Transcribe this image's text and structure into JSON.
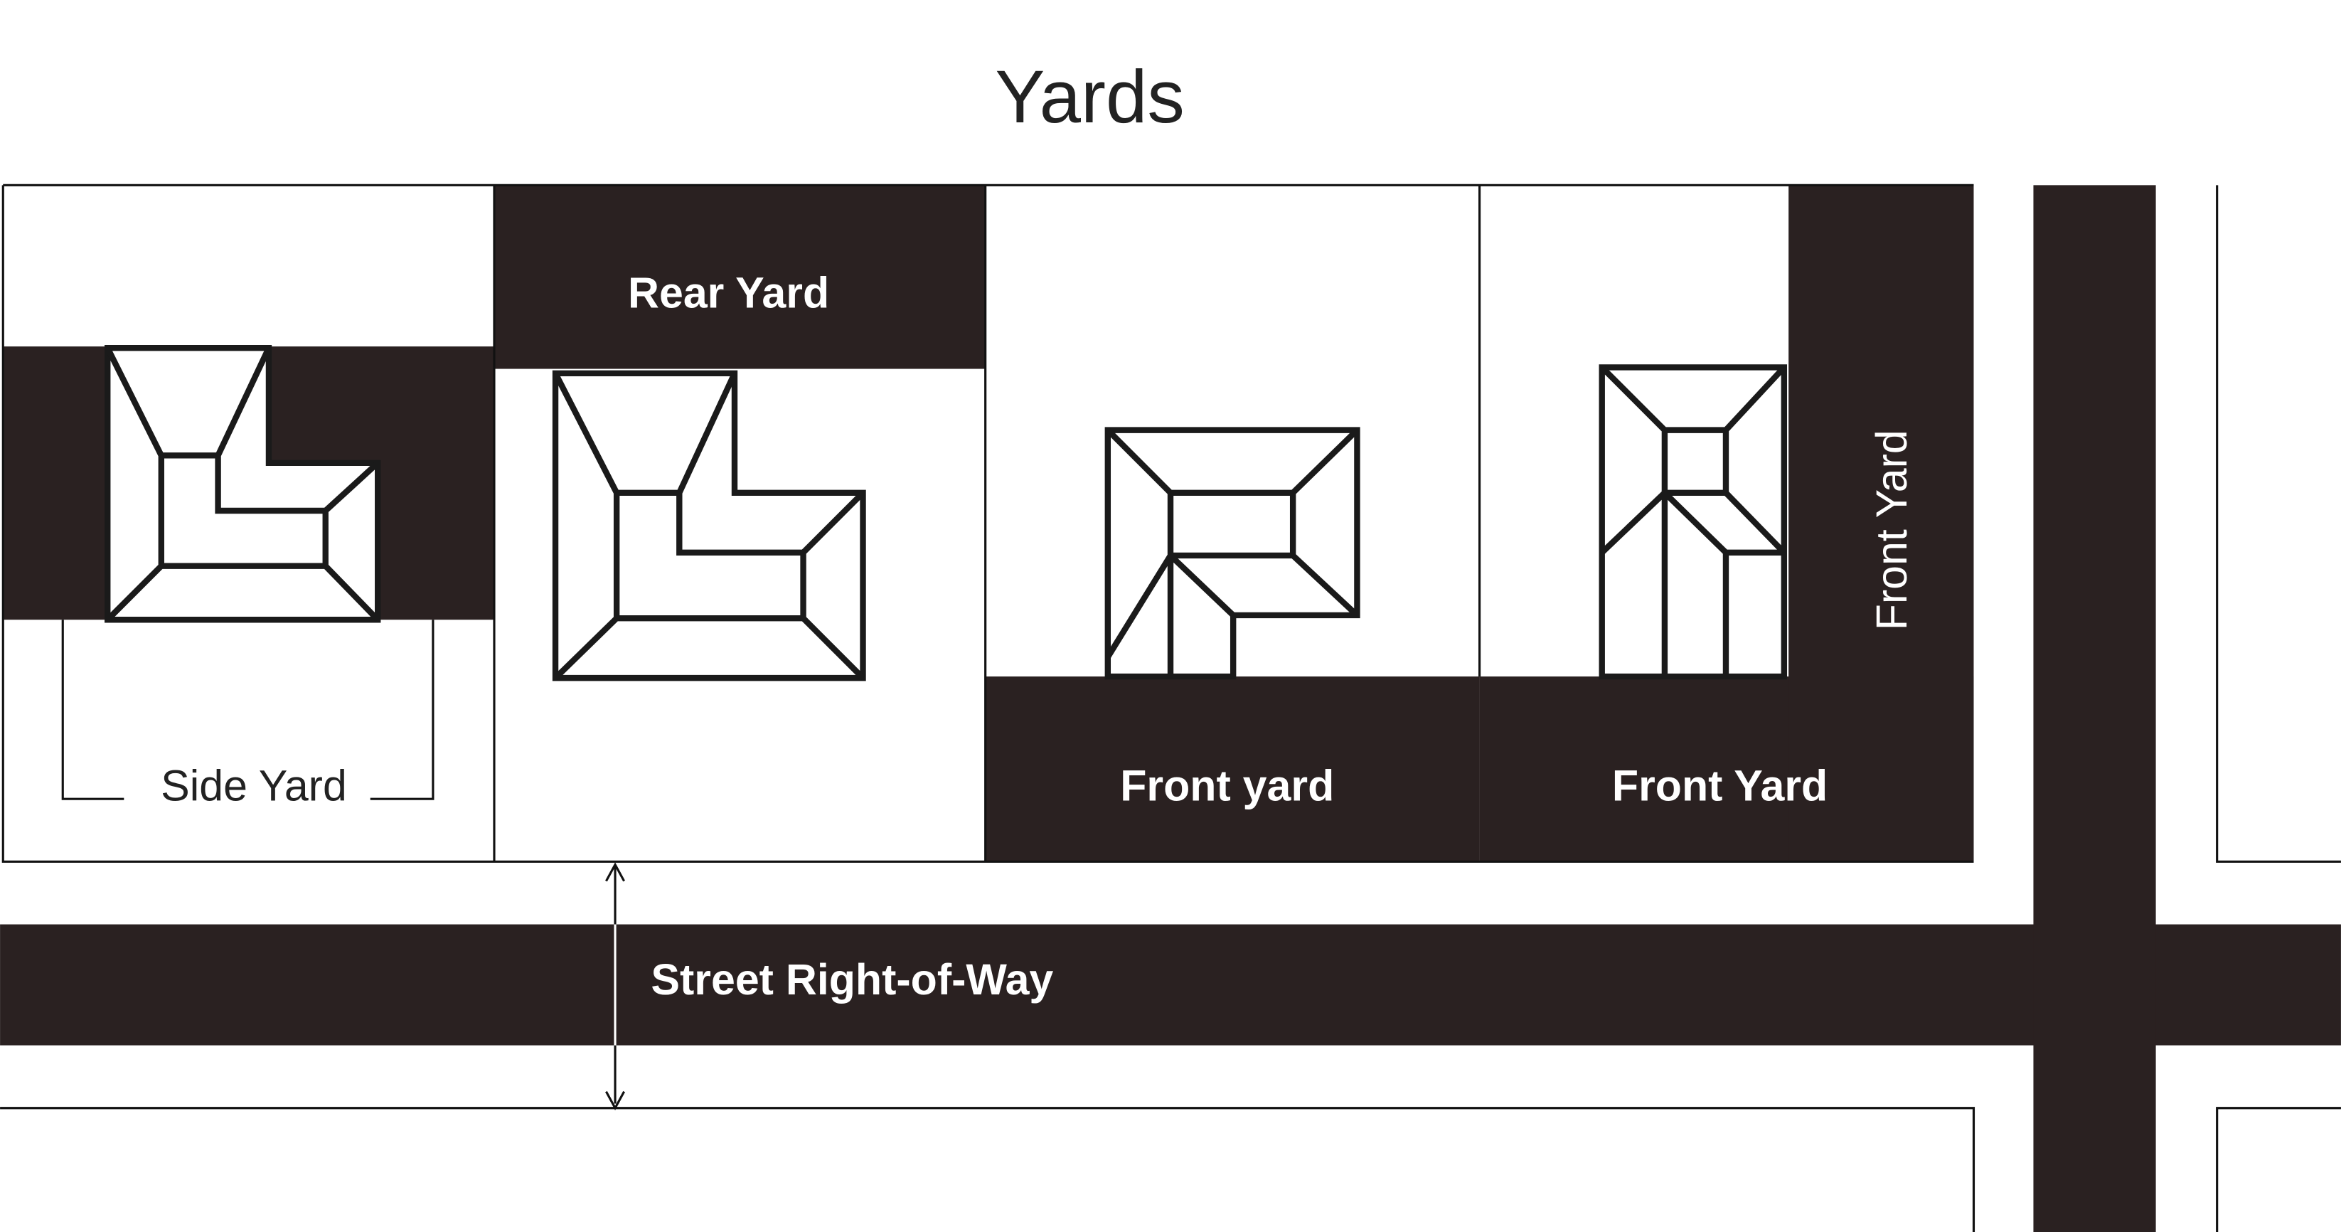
{
  "title": "Yards",
  "labels": {
    "rear_yard": "Rear Yard",
    "side_yard": "Side Yard",
    "front_yard_lower": "Front yard",
    "front_yard": "Front Yard",
    "front_yard_vertical": "Front Yard",
    "street": "Street Right-of-Way"
  },
  "colors": {
    "yard_fill": "#2a2121",
    "background": "#ffffff"
  }
}
